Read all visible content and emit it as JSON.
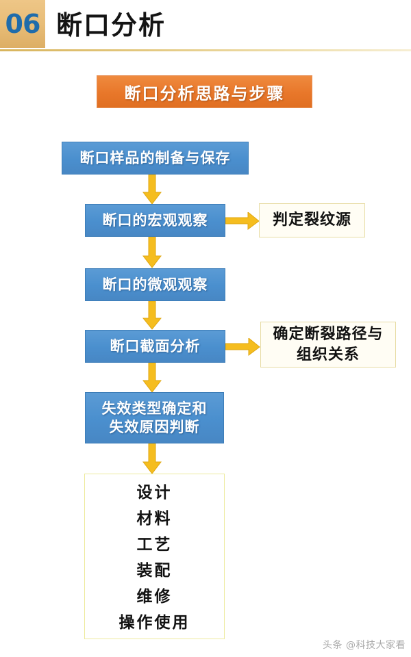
{
  "header": {
    "section_number": "06",
    "title": "断口分析",
    "badge_color": "#e8bd78",
    "number_color": "#1f6cab",
    "rule_color": "#d8b45c"
  },
  "banner": {
    "text": "断口分析思路与步骤",
    "background_color": "#e8772a",
    "text_color": "#ffffff"
  },
  "flow": {
    "box_color": "#5b9bd5",
    "box_text_color": "#ffffff",
    "note_border_color": "#e7dca4",
    "note_text_color": "#121212",
    "arrow_color": "#f5bd1f",
    "steps": [
      {
        "id": "sample",
        "label": "断口样品的制备与保存"
      },
      {
        "id": "macro",
        "label": "断口的宏观观察"
      },
      {
        "id": "micro",
        "label": "断口的微观观察"
      },
      {
        "id": "section",
        "label": "断口截面分析"
      },
      {
        "id": "failure",
        "label": "失效类型确定和\n失效原因判断"
      }
    ],
    "notes": [
      {
        "id": "crack-source",
        "label": "判定裂纹源",
        "from": "macro"
      },
      {
        "id": "path-relation",
        "label": "确定断裂路径与\n组织关系",
        "from": "section"
      }
    ]
  },
  "causes": {
    "border_color": "#edea9c",
    "items": [
      "设计",
      "材料",
      "工艺",
      "装配",
      "维修",
      "操作使用"
    ]
  },
  "watermark": {
    "text": "头条 @科技大家看"
  }
}
